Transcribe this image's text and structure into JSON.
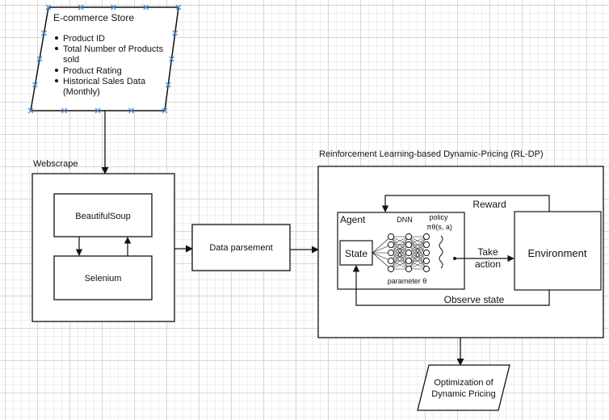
{
  "store": {
    "title": "E-commerce Store",
    "items": [
      "Product ID",
      "Total Number of Products",
      "sold",
      "Product Rating",
      "Historical Sales Data",
      "(Monthly)"
    ]
  },
  "webscrape": {
    "label": "Webscrape",
    "beautifulsoup": "BeautifulSoup",
    "selenium": "Selenium"
  },
  "parse": {
    "label": "Data parsement"
  },
  "rldp": {
    "label": "Reinforcement Learning-based Dynamic-Pricing (RL-DP)",
    "agent": "Agent",
    "state": "State",
    "dnn": "DNN",
    "policy": "policy",
    "policy_symbol": "πθ(s, a)",
    "parameter": "parameter θ",
    "take": "Take",
    "action": "action",
    "environment": "Environment",
    "reward": "Reward",
    "observe": "Observe state"
  },
  "output": {
    "line1": "Optimization of",
    "line2": "Dynamic Pricing"
  },
  "colors": {
    "handle": "#4a90d9",
    "stroke": "#111111"
  }
}
